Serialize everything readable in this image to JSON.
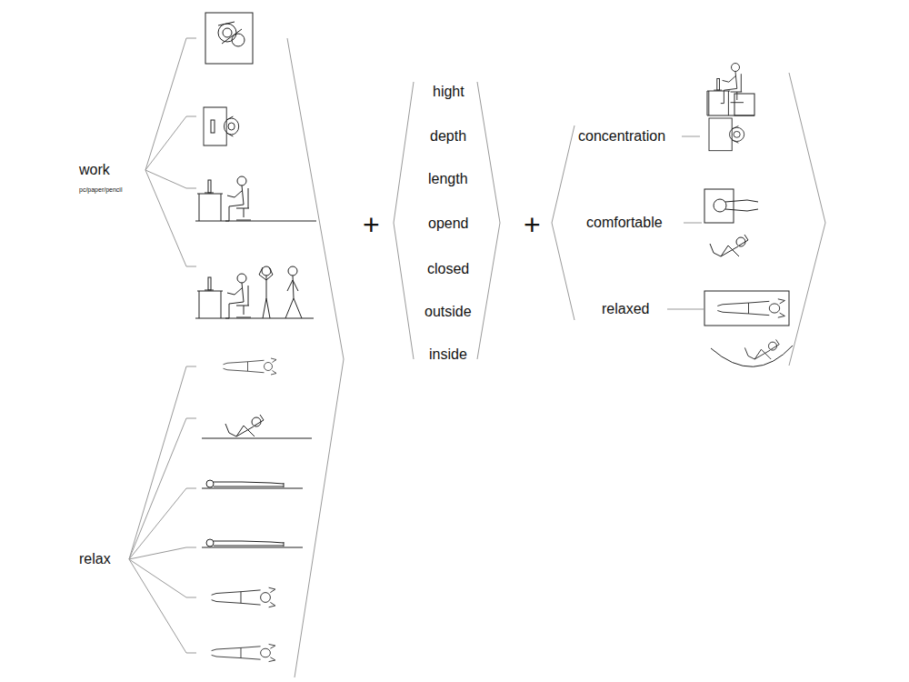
{
  "diagram": {
    "labels": [
      "work",
      "pc/paper/pencil",
      "relax",
      "+",
      "hight",
      "depth",
      "length",
      "opend",
      "closed",
      "outside",
      "inside",
      "+",
      "concentration",
      "comfortable",
      "relaxed"
    ]
  }
}
